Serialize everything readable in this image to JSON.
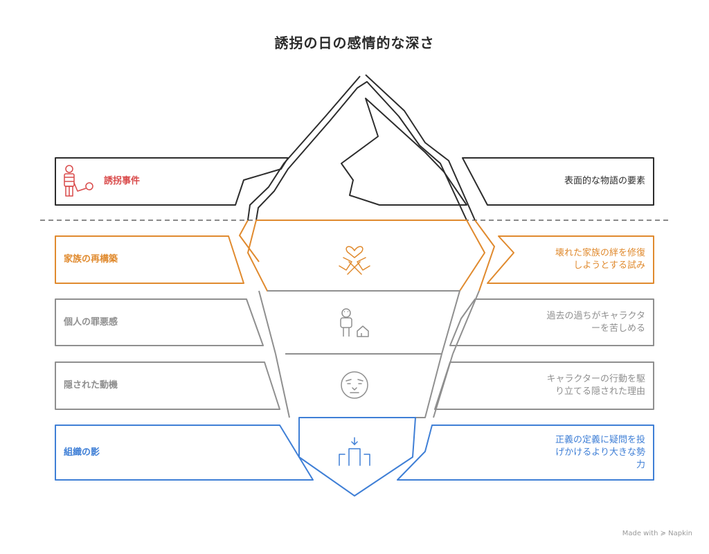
{
  "title": "誘拐の日の感情的な深さ",
  "footer": "Made with ≽ Napkin",
  "colors": {
    "red": "#d94a4a",
    "orange": "#e08a2e",
    "gray": "#8f8f8f",
    "blue": "#3f7fd6",
    "dark": "#2d2d2d"
  },
  "layers": [
    {
      "label": "誘拐事件",
      "description_lines": [
        "表面的な物語の要素"
      ],
      "icon": "hostage-icon"
    },
    {
      "label": "家族の再構築",
      "description_lines": [
        "壊れた家族の絆を修復",
        "しようとする試み"
      ],
      "icon": "hands-heart-icon"
    },
    {
      "label": "個人の罪悪感",
      "description_lines": [
        "過去の過ちがキャラクタ",
        "ーを苦しめる"
      ],
      "icon": "person-house-icon"
    },
    {
      "label": "隠された動機",
      "description_lines": [
        "キャラクターの行動を駆",
        "り立てる隠された理由"
      ],
      "icon": "mask-icon"
    },
    {
      "label": "組織の影",
      "description_lines": [
        "正義の定義に疑問を投",
        "げかけるより大きな勢",
        "力"
      ],
      "icon": "pillars-arrow-icon"
    }
  ]
}
